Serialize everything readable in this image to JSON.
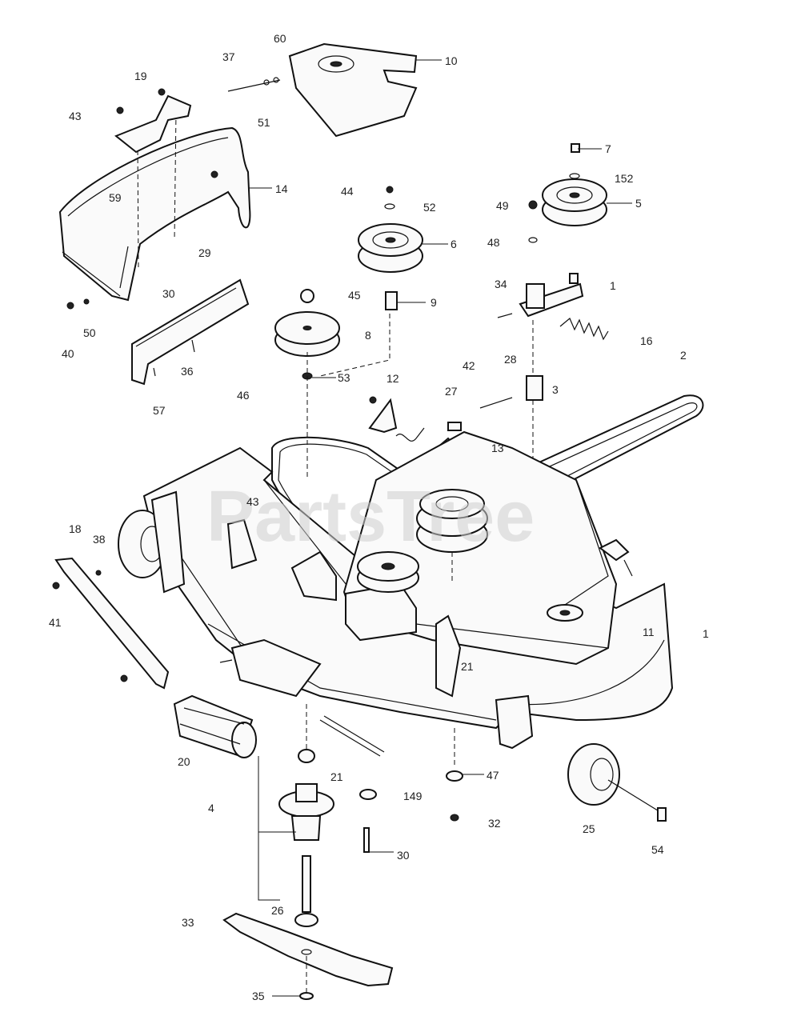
{
  "watermark": "PartsTree",
  "part_labels": [
    {
      "id": "l60",
      "text": "60"
    },
    {
      "id": "l37",
      "text": "37"
    },
    {
      "id": "l10",
      "text": "10"
    },
    {
      "id": "l51",
      "text": "51"
    },
    {
      "id": "l19",
      "text": "19"
    },
    {
      "id": "l43a",
      "text": "43"
    },
    {
      "id": "l14",
      "text": "14"
    },
    {
      "id": "l59",
      "text": "59"
    },
    {
      "id": "l29",
      "text": "29"
    },
    {
      "id": "l30a",
      "text": "30"
    },
    {
      "id": "l50",
      "text": "50"
    },
    {
      "id": "l40",
      "text": "40"
    },
    {
      "id": "l36",
      "text": "36"
    },
    {
      "id": "l44",
      "text": "44"
    },
    {
      "id": "l52a",
      "text": "52"
    },
    {
      "id": "l6",
      "text": "6"
    },
    {
      "id": "l7",
      "text": "7"
    },
    {
      "id": "l152",
      "text": "152"
    },
    {
      "id": "l49",
      "text": "49"
    },
    {
      "id": "l5",
      "text": "5"
    },
    {
      "id": "l48",
      "text": "48"
    },
    {
      "id": "l45",
      "text": "45"
    },
    {
      "id": "l9",
      "text": "9"
    },
    {
      "id": "l34",
      "text": "34"
    },
    {
      "id": "l1a",
      "text": "1"
    },
    {
      "id": "l8",
      "text": "8"
    },
    {
      "id": "l53",
      "text": "53"
    },
    {
      "id": "l16",
      "text": "16"
    },
    {
      "id": "l2",
      "text": "2"
    },
    {
      "id": "l12",
      "text": "12"
    },
    {
      "id": "l42",
      "text": "42"
    },
    {
      "id": "l28",
      "text": "28"
    },
    {
      "id": "l27",
      "text": "27"
    },
    {
      "id": "l3",
      "text": "3"
    },
    {
      "id": "l46",
      "text": "46"
    },
    {
      "id": "l57",
      "text": "57"
    },
    {
      "id": "l13",
      "text": "13"
    },
    {
      "id": "l43b",
      "text": "43"
    },
    {
      "id": "l18",
      "text": "18"
    },
    {
      "id": "l38",
      "text": "38"
    },
    {
      "id": "l41",
      "text": "41"
    },
    {
      "id": "l11",
      "text": "11"
    },
    {
      "id": "l1b",
      "text": "1"
    },
    {
      "id": "l21a",
      "text": "21"
    },
    {
      "id": "l20",
      "text": "20"
    },
    {
      "id": "l4",
      "text": "4"
    },
    {
      "id": "l21b",
      "text": "21"
    },
    {
      "id": "l149",
      "text": "149"
    },
    {
      "id": "l47",
      "text": "47"
    },
    {
      "id": "l32",
      "text": "32"
    },
    {
      "id": "l25",
      "text": "25"
    },
    {
      "id": "l54",
      "text": "54"
    },
    {
      "id": "l30b",
      "text": "30"
    },
    {
      "id": "l26",
      "text": "26"
    },
    {
      "id": "l33",
      "text": "33"
    },
    {
      "id": "l35",
      "text": "35"
    }
  ]
}
